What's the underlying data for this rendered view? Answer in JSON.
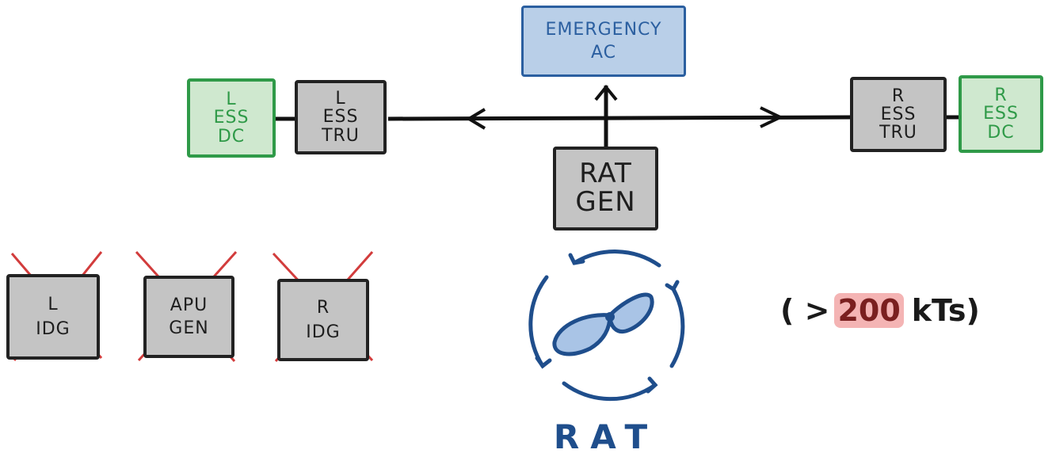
{
  "emergency_ac": {
    "line1": "EMERGENCY",
    "line2": "AC"
  },
  "left_ess_dc": {
    "line1": "L",
    "line2": "ESS",
    "line3": "DC"
  },
  "left_ess_tru": {
    "line1": "L",
    "line2": "ESS",
    "line3": "TRU"
  },
  "right_ess_tru": {
    "line1": "R",
    "line2": "ESS",
    "line3": "TRU"
  },
  "right_ess_dc": {
    "line1": "R",
    "line2": "ESS",
    "line3": "DC"
  },
  "rat_gen": {
    "line1": "RAT",
    "line2": "GEN"
  },
  "failed_sources": [
    {
      "line1": "L",
      "line2": "IDG"
    },
    {
      "line1": "APU",
      "line2": "GEN"
    },
    {
      "line1": "R",
      "line2": "IDG"
    }
  ],
  "rat_label": "RAT",
  "speed": {
    "prefix": "( >",
    "value": "200",
    "suffix": "kTs)"
  },
  "colors": {
    "ess_dc_green": "#2f9a48",
    "emergency_blue": "#2b5fa0",
    "rat_blue": "#1f4e8c",
    "cross_red": "#d23c3c",
    "highlight_pink": "#f4b4b4"
  }
}
